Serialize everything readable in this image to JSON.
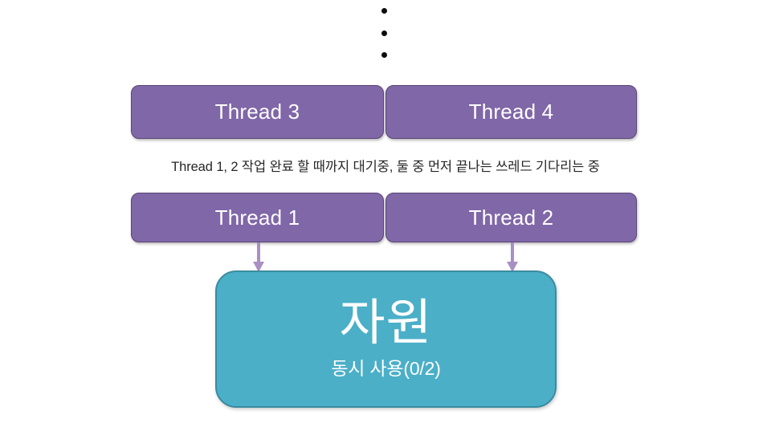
{
  "diagram": {
    "title": "Thread resource contention diagram",
    "background_color": "#ffffff",
    "ellipsis": {
      "icon": "vertical-ellipsis-icon",
      "dot_count": 3,
      "color": "#0d0d0d"
    },
    "colors": {
      "thread_fill": "#8067a8",
      "thread_border": "#5b4575",
      "thread_text": "#ffffff",
      "resource_fill": "#4bafc8",
      "resource_border": "#3a8ca0",
      "resource_text": "#ffffff",
      "arrow": "#a98fc4",
      "caption_text": "#262626"
    },
    "upper_threads": [
      {
        "label": "Thread 3"
      },
      {
        "label": "Thread 4"
      }
    ],
    "caption": "Thread 1, 2 작업 완료 할 때까지 대기중, 둘 중 먼저 끝나는 쓰레드 기다리는 중",
    "lower_threads": [
      {
        "label": "Thread 1"
      },
      {
        "label": "Thread 2"
      }
    ],
    "arrows": [
      {
        "icon": "arrow-down-icon",
        "from": "Thread 1",
        "to": "자원"
      },
      {
        "icon": "arrow-down-icon",
        "from": "Thread 2",
        "to": "자원"
      }
    ],
    "resource": {
      "title": "자원",
      "subtitle": "동시 사용(0/2)",
      "used": 0,
      "capacity": 2
    }
  }
}
